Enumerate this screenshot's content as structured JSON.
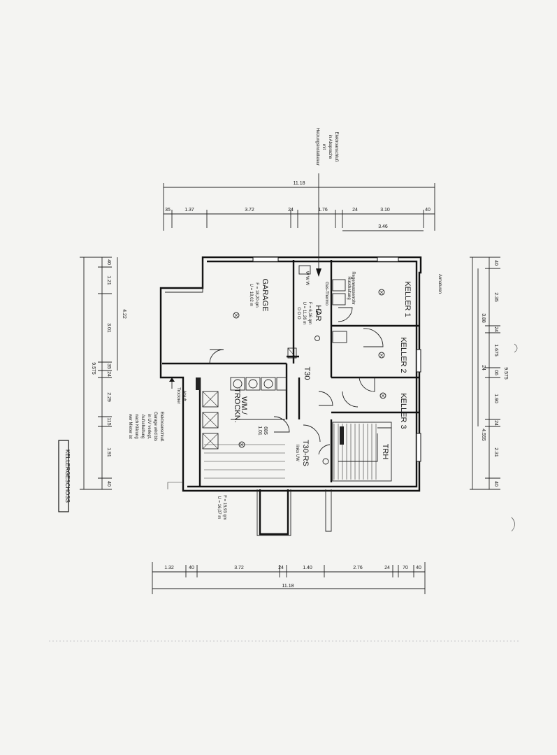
{
  "title": "KELLERGESCHOSS",
  "rooms": {
    "garage": {
      "name": "GARAGE",
      "area": "F = 18,20 qm",
      "perimeter": "U = 18,02 m"
    },
    "har": {
      "name": "HAR",
      "area": "F = 6,16 qm",
      "perimeter": "U = 11,26 m"
    },
    "keller1": {
      "name": "KELLER 1"
    },
    "keller2": {
      "name": "KELLER 2"
    },
    "keller3": {
      "name": "KELLER 3"
    },
    "trh": {
      "name": "TRH"
    },
    "wm": {
      "name": "WM./",
      "name2": "TROCKN."
    },
    "stair_area": {
      "area": "F = 15,93 qm",
      "perimeter": "U = 16,07 m"
    }
  },
  "doors": {
    "t30": "T30",
    "t30rs": "T30-RS",
    "linksuw": "links UW"
  },
  "notes": {
    "elektro_top": [
      "Elektroanschluß",
      "in Absprache",
      "mit",
      "Heizungsinstallateur"
    ],
    "elektro_side": [
      "Elektroanschluß",
      "Garage wird bis",
      "in UV verlegt,",
      "Aufschaltung",
      "nach Klärung",
      "wer Mieter ist"
    ],
    "abluft": [
      "Abluft",
      "Trockner"
    ],
    "armatur": "Armaturen",
    "gasthermo": "Gas-Thermo",
    "rueckhalt": [
      "Rückhaltung",
      "Regenwasserrohr"
    ],
    "wt": "W W W",
    "ohr": "O O O"
  },
  "dimensions": {
    "top_total": "11.18",
    "top_chain": [
      "35",
      "1.37",
      "3.72",
      "24",
      "1.76",
      "24",
      "3.10",
      "40"
    ],
    "top_sub": "3.46",
    "bottom_chain": [
      "1.32",
      "40",
      "3.72",
      "24",
      "1.40",
      "2.76",
      "24",
      "70",
      "40"
    ],
    "bottom_total": "11.18",
    "left_total": "9.575",
    "left_chain": [
      "40",
      "1.21",
      "3.01",
      "35",
      "24",
      "2.29",
      "115",
      "1.91",
      "40"
    ],
    "left_sub": "4.22",
    "right_total": "9.575",
    "right_chain": [
      "40",
      "2.35",
      "24",
      "1.675",
      "06",
      "1.90",
      "24",
      "2.31",
      "40"
    ],
    "right_sub": [
      "3.88",
      "24",
      "4.555"
    ],
    "stair_dim": [
      "685",
      "1.01"
    ]
  }
}
